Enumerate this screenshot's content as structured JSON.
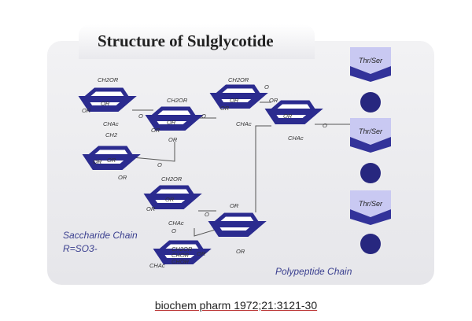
{
  "title": "Structure of Sulglycotide",
  "labels": {
    "saccharide_chain": "Saccharide Chain",
    "r_def": "R=SO3-",
    "polypeptide_chain": "Polypeptide Chain"
  },
  "thr_ser": [
    "Thr/Ser",
    "Thr/Ser",
    "Thr/Ser"
  ],
  "sugar_text": {
    "ch2or": "CH2OR",
    "ch2": "CH2",
    "or": "OR",
    "o": "O",
    "chac": "CHAc",
    "chor": "CHOR"
  },
  "caption": "biochem pharm 1972;21:3121-30",
  "colors": {
    "ring": "#2b2b8f",
    "chevron_light": "#c9c9f2",
    "chevron_dark": "#33339a",
    "label": "#3a3f8f"
  }
}
